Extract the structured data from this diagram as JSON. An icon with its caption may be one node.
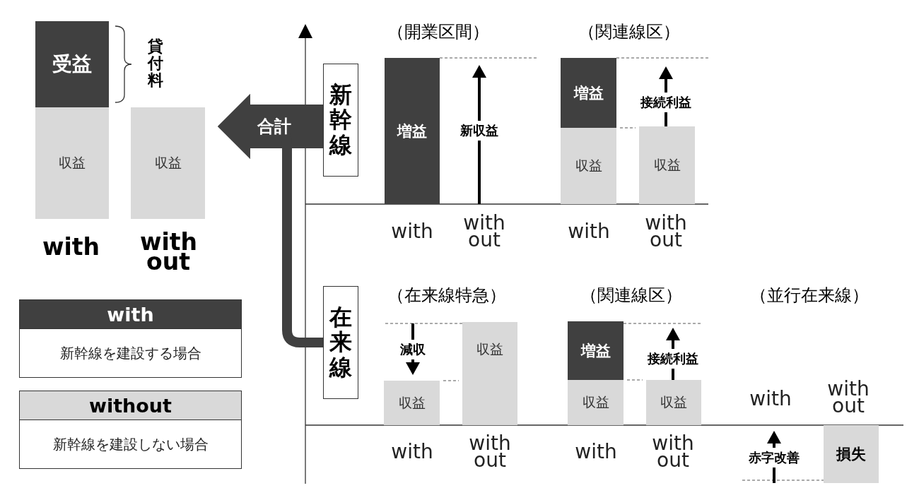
{
  "diagram": {
    "nodes": [
      {
        "text": [
          "受益"
        ]
      },
      {
        "text": [
          "収益"
        ]
      },
      {
        "text": [
          "収益"
        ]
      },
      {
        "text": [
          "with",
          "新幹線を建設する場合"
        ]
      },
      {
        "text": [
          "without",
          "新幹線を建設しない場合"
        ]
      },
      {
        "text": [
          "新幹線"
        ]
      },
      {
        "text": [
          "増益"
        ]
      },
      {
        "text": [
          "増益"
        ]
      },
      {
        "text": [
          "収益"
        ]
      },
      {
        "text": [
          "収益"
        ]
      },
      {
        "text": [
          "在来線"
        ]
      },
      {
        "text": [
          "収益"
        ]
      },
      {
        "text": [
          "収益"
        ]
      },
      {
        "text": [
          "増益"
        ]
      },
      {
        "text": [
          "収益"
        ]
      },
      {
        "text": [
          "収益"
        ]
      },
      {
        "text": [
          "損失"
        ]
      }
    ],
    "edges": [
      {
        "from": 5,
        "to": 2,
        "arrow": "to",
        "label": "合計",
        "style": "thick"
      },
      {
        "from": 10,
        "to": 2,
        "arrow": "to"
      }
    ],
    "labels": [
      "貸付料",
      "with",
      "with out",
      "（開業区間）",
      "（関連線区）",
      "新収益",
      "接続利益",
      "with",
      "with out",
      "with",
      "with out",
      "（在来線特急）",
      "（関連線区）",
      "（並行在来線）",
      "減収",
      "接続利益",
      "with",
      "with out",
      "with",
      "with out",
      "with",
      "with out",
      "赤字改善"
    ]
  }
}
